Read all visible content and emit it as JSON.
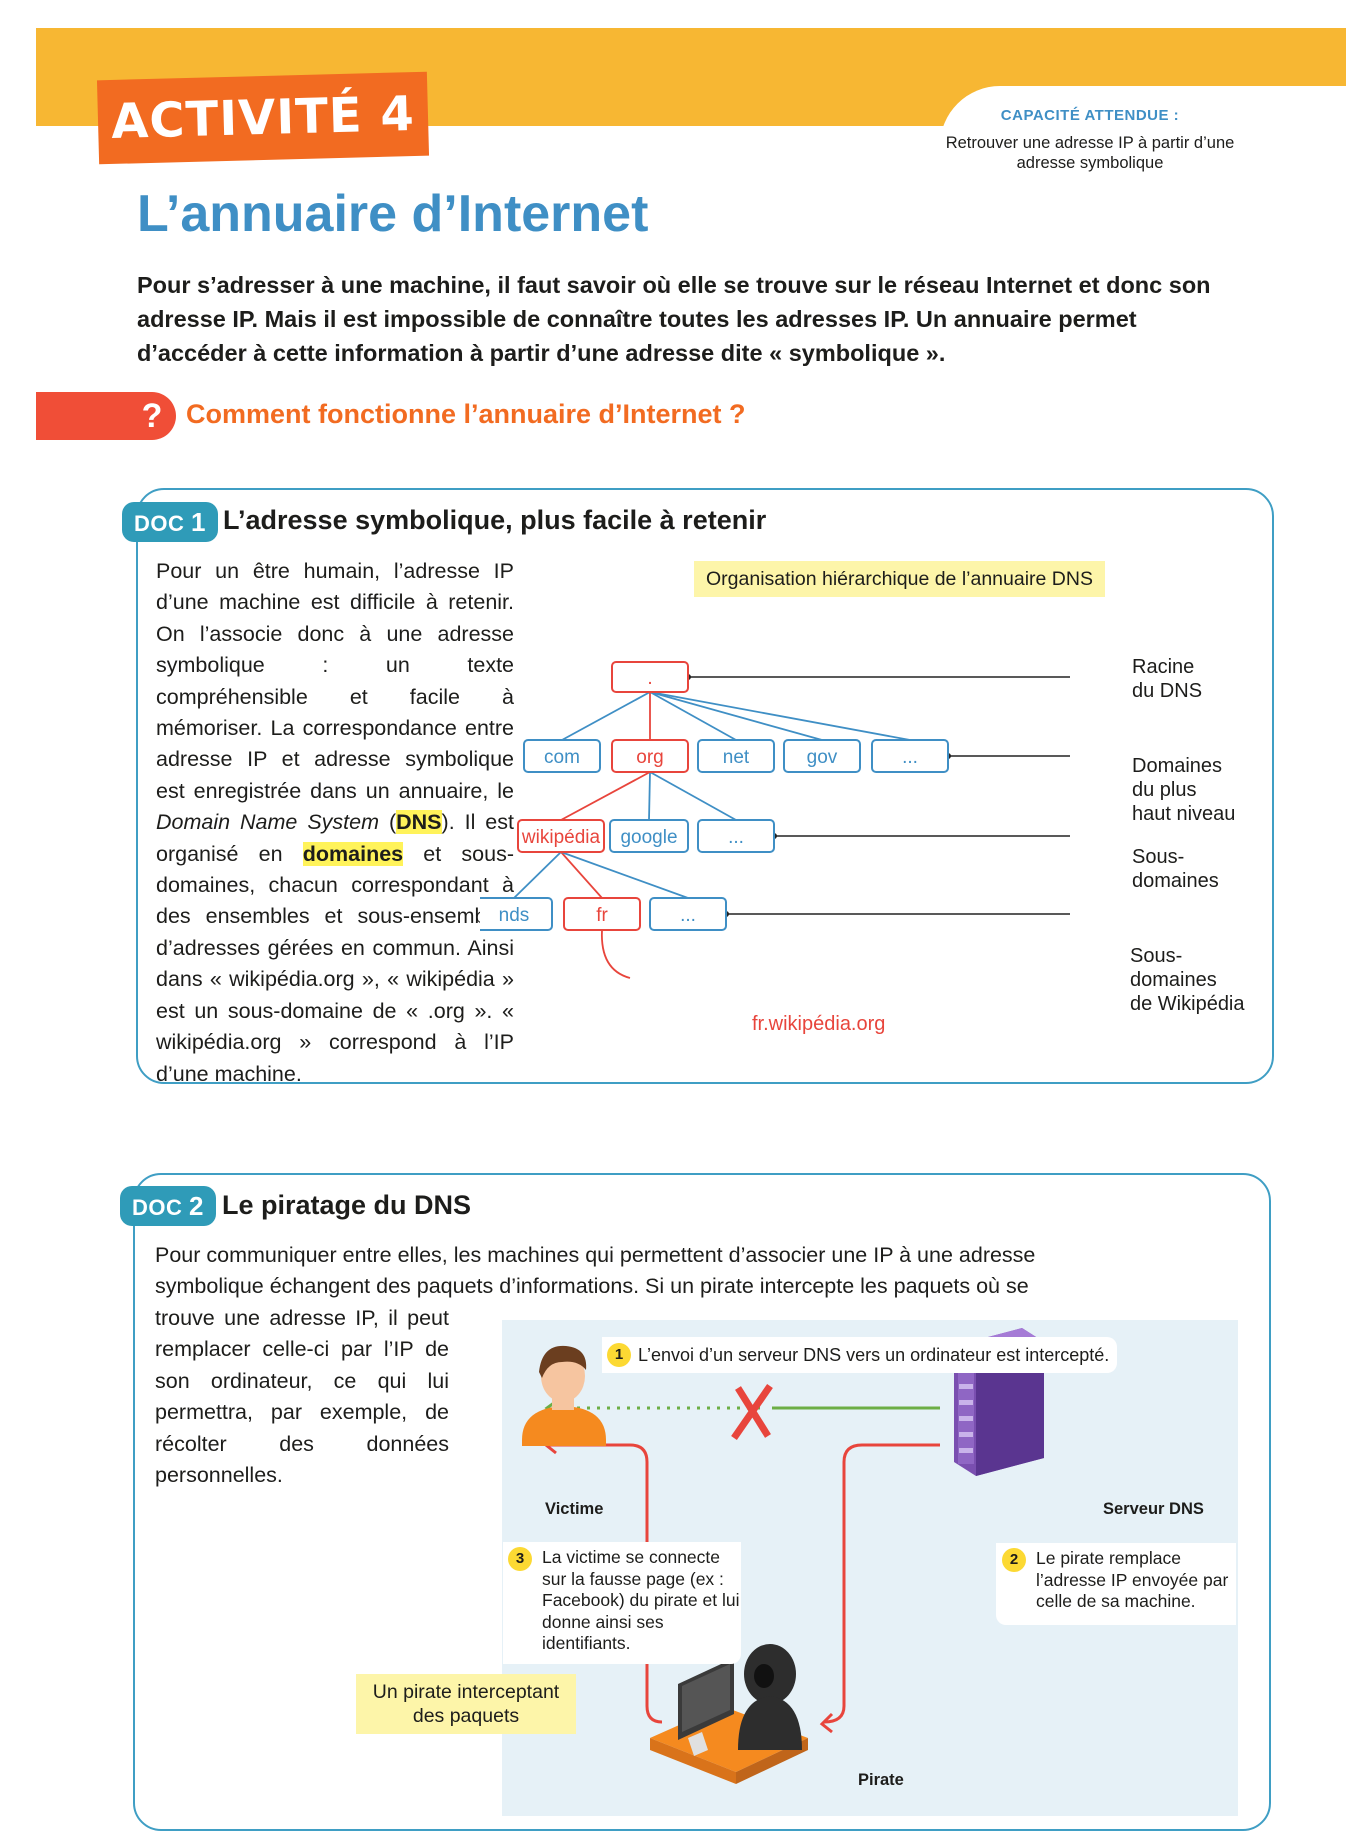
{
  "header": {
    "activity_label": "ACTIVITÉ 4",
    "capacity_title": "CAPACITÉ ATTENDUE :",
    "capacity_text": "Retrouver une adresse IP à partir d’une adresse symbolique"
  },
  "title": "L’annuaire d’Internet",
  "intro": "Pour s’adresser à une machine, il faut savoir où elle se trouve sur le réseau Internet et donc son adresse IP. Mais il est impossible de connaître toutes les adresses IP. Un annuaire permet d’accéder à cette information à partir d’une adresse dite « symbolique ».",
  "question": {
    "mark": "?",
    "text": "Comment fonctionne l’annuaire d’Internet ?"
  },
  "doc1": {
    "tag": "DOC",
    "number": "1",
    "title": "L’adresse symbolique, plus facile à retenir",
    "text_1": "Pour un être humain, l’adresse IP d’une machine est difficile à retenir. On l’associe donc à une adresse symbolique : un texte compréhensible et facile à mémoriser. La correspondance entre adresse IP et adresse symbolique est enregistrée dans un annuaire, le ",
    "text_italic": "Domain Name System",
    "text_2": " (",
    "text_dns": "DNS",
    "text_3": "). Il est organisé en ",
    "text_domaines": "domaines",
    "text_4": " et sous-domaines, chacun correspondant à des ensembles et sous-ensembles d’adresses gérées en commun. Ainsi dans « wikipédia.org », « wikipédia » est un sous-domaine de « .org ». « wikipédia.org » correspond à l’IP d’une machine.",
    "diagram": {
      "label": "Organisation hiérarchique de l’annuaire DNS",
      "root": ".",
      "tld": [
        "com",
        "org",
        "net",
        "gov",
        "..."
      ],
      "subdomains": [
        "wikipédia",
        "google",
        "..."
      ],
      "wiki_subdomains": [
        "nds",
        "fr",
        "..."
      ],
      "side_labels": {
        "root": "Racine\ndu DNS",
        "tld": "Domaines\ndu plus\nhaut niveau",
        "sub": "Sous-\ndomaines",
        "wiki": "Sous-\ndomaines\nde Wikipédia"
      },
      "example": "fr.wikipédia.org",
      "colors": {
        "blue": "#3f8fc5",
        "red": "#e8453c"
      }
    }
  },
  "doc2": {
    "tag": "DOC",
    "number": "2",
    "title": "Le piratage du DNS",
    "text_top": "Pour communiquer entre elles, les machines qui permettent d’associer une IP à une adresse symbolique échangent des paquets d’informations. Si un pirate intercepte les paquets où se",
    "text_left": "trouve une adresse IP, il peut remplacer celle-ci par l’IP de son ordinateur, ce qui lui permettra, par exemple, de récolter des données personnelles.",
    "illustration": {
      "step1_num": "1",
      "step1": "L’envoi d’un serveur DNS vers un ordinateur est intercepté.",
      "step2_num": "2",
      "step2": "Le pirate remplace l’adresse IP envoyée par celle de sa machine.",
      "step3_num": "3",
      "step3": "La victime se connecte sur la fausse page (ex : Facebook) du pirate et lui donne ainsi ses identifiants.",
      "victime": "Victime",
      "serveur": "Serveur DNS",
      "pirate": "Pirate",
      "caption": "Un pirate interceptant des paquets"
    }
  }
}
